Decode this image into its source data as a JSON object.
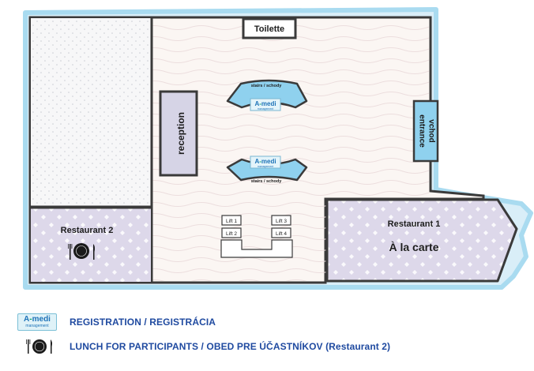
{
  "rooms": {
    "toilette": "Toilette",
    "reception": "reception",
    "entrance_line1": "entrance",
    "entrance_line2": "vchod",
    "stairs_top": "stairs / schody",
    "stairs_bottom": "stairs / schody",
    "lifts": [
      "Lift 1",
      "Lift 2",
      "Lift 3",
      "Lift 4"
    ],
    "restaurant2": "Restaurant 2",
    "restaurant1": "Restaurant 1",
    "restaurant1_sub": "À la carte"
  },
  "logo": {
    "main_prefix": "A",
    "main_dash": "-",
    "main_suffix": "medi",
    "sub": "management"
  },
  "legend": {
    "registration": "REGISTRATION / REGISTRÁCIA",
    "lunch": "LUNCH FOR PARTICIPANTS / OBED PRE ÚČASTNÍKOV (Restaurant 2)"
  },
  "colors": {
    "wall": "#3a3a3a",
    "accent_blue": "#8fd1ee",
    "reception_fill": "#d6d4e6",
    "restaurant_fill": "#ddd8ea",
    "legend_text": "#1f4aa0"
  }
}
